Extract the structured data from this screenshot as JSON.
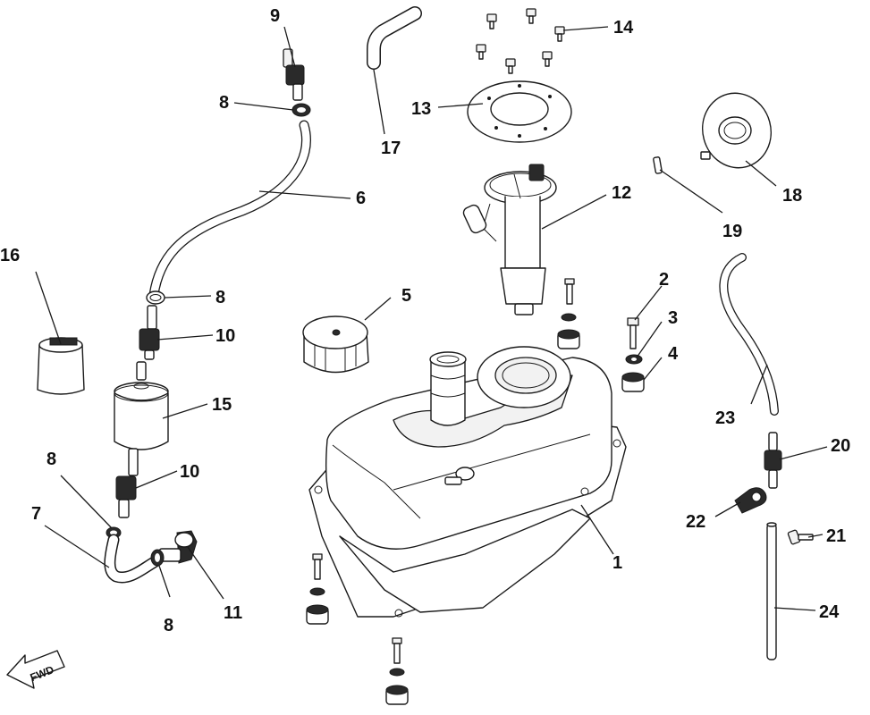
{
  "callouts": {
    "c1": "1",
    "c2": "2",
    "c3": "3",
    "c4": "4",
    "c5": "5",
    "c6": "6",
    "c7": "7",
    "c8a": "8",
    "c8b": "8",
    "c8c": "8",
    "c8d": "8",
    "c9": "9",
    "c10a": "10",
    "c10b": "10",
    "c11": "11",
    "c12": "12",
    "c13": "13",
    "c14": "14",
    "c15": "15",
    "c16": "16",
    "c17": "17",
    "c18": "18",
    "c19": "19",
    "c20": "20",
    "c21": "21",
    "c22": "22",
    "c23": "23",
    "c24": "24"
  },
  "direction_badge": {
    "label": "FWD"
  }
}
